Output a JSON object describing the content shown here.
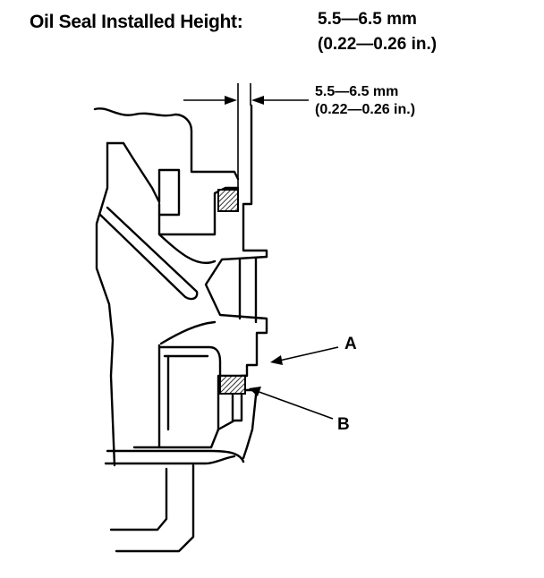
{
  "heading": {
    "label": "Oil Seal Installed Height:",
    "value_metric": "5.5—6.5 mm",
    "value_imperial": "(0.22—0.26 in.)"
  },
  "dimension": {
    "value_metric": "5.5—6.5 mm",
    "value_imperial": "(0.22—0.26 in.)"
  },
  "callouts": {
    "a": "A",
    "b": "B"
  },
  "colors": {
    "ink": "#000000",
    "paper": "#ffffff",
    "seal_fill": "#555555"
  }
}
